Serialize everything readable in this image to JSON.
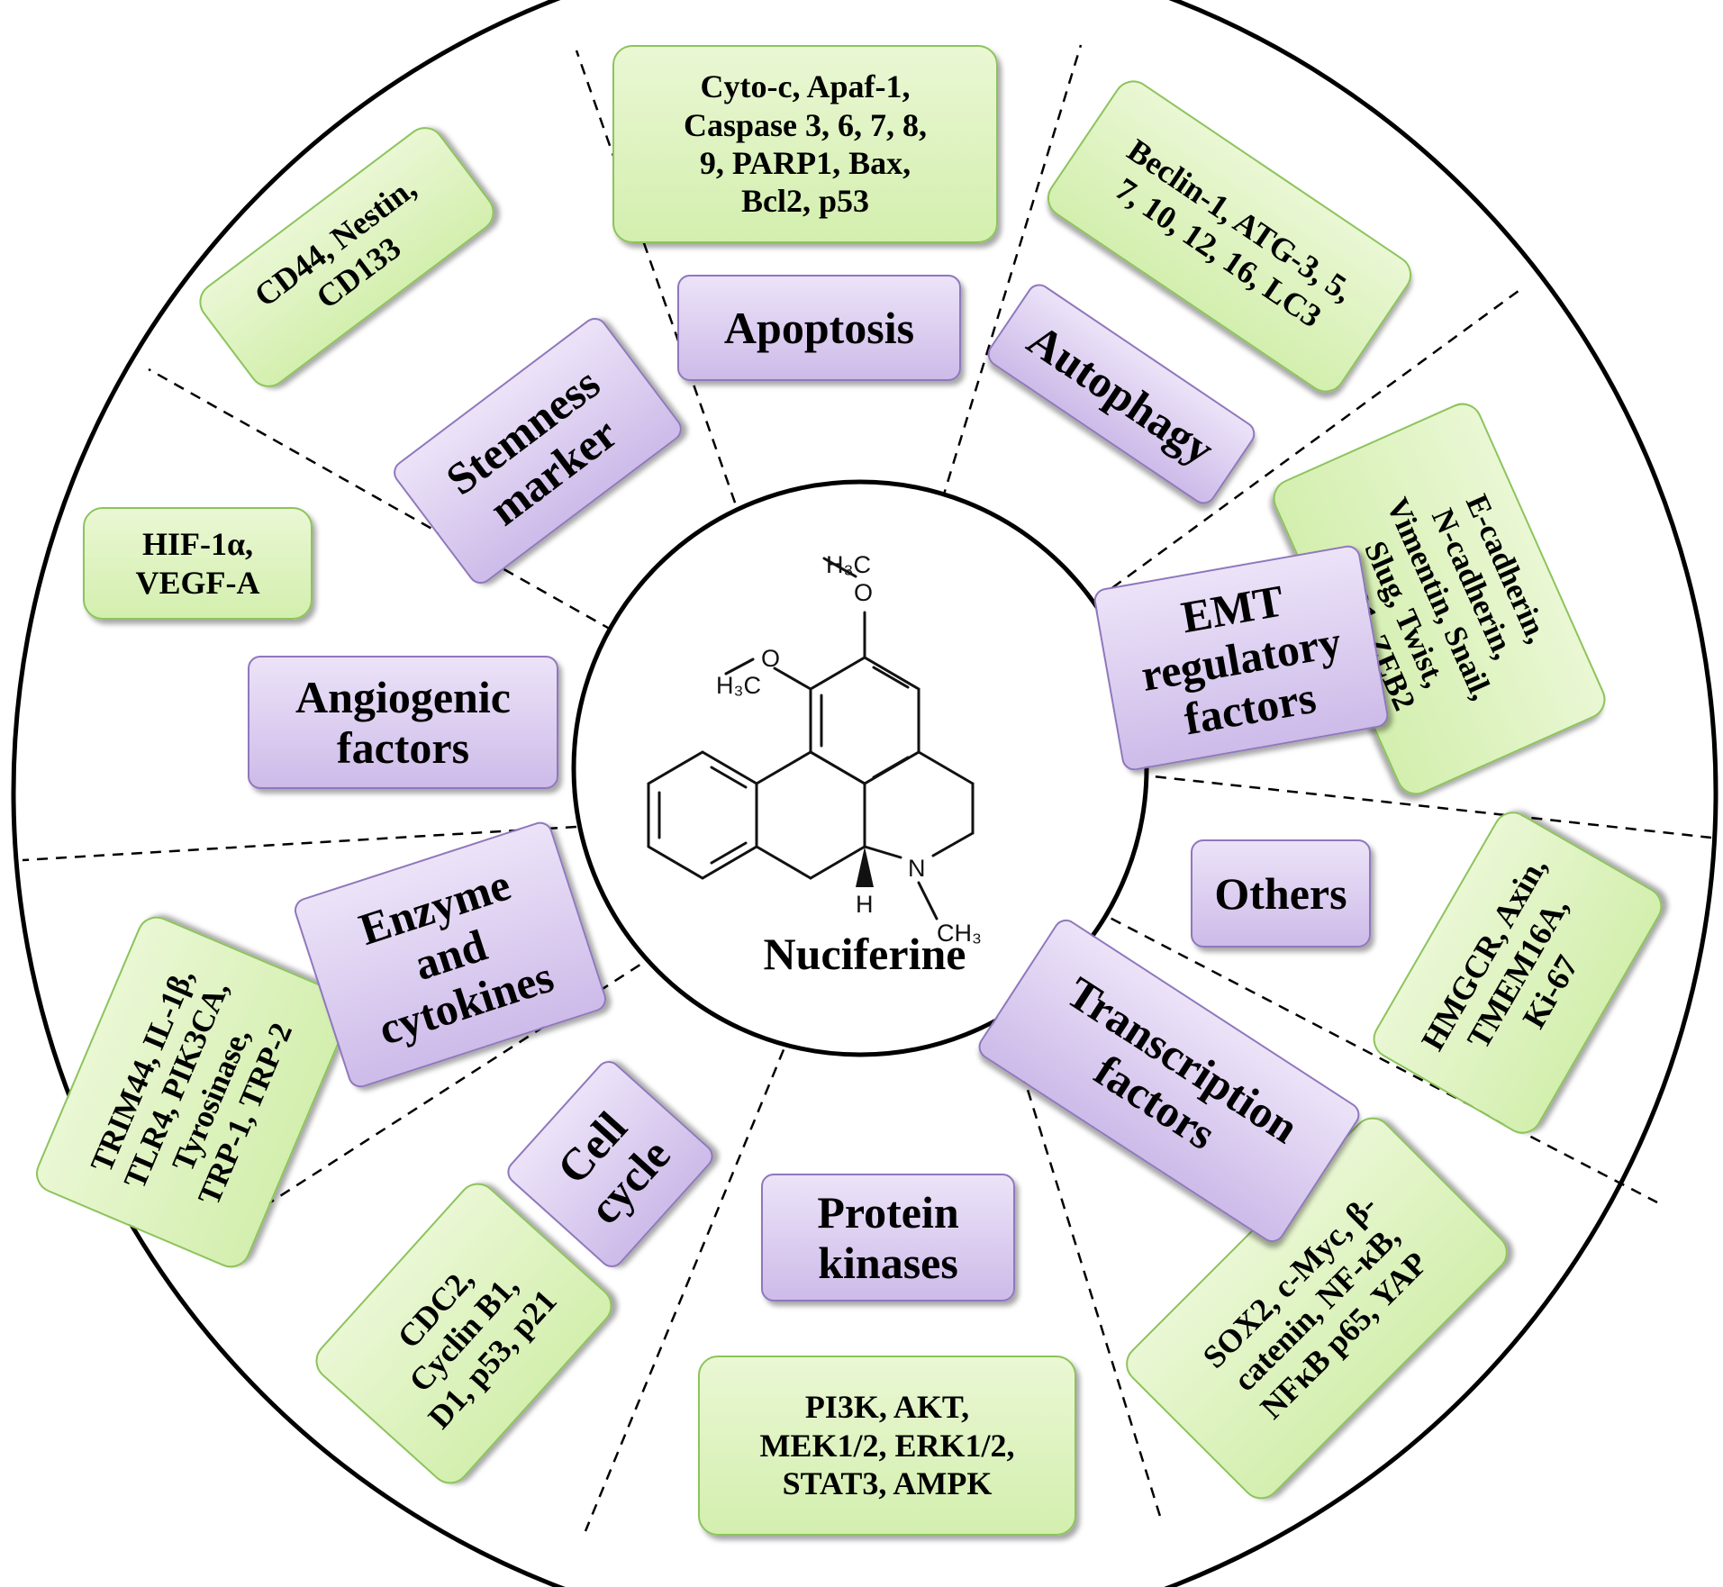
{
  "center": {
    "compound_name": "Nuciferine",
    "structure_labels": {
      "h3c_top": "H₃C",
      "h3c_left": "H₃C",
      "o_top": "O",
      "o_left": "O",
      "n": "N",
      "h": "H",
      "ch3": "CH₃"
    }
  },
  "categories": [
    {
      "key": "apoptosis",
      "label": "Apoptosis",
      "markers": "Cyto-c, Apaf-1,\nCaspase 3, 6, 7, 8,\n9, PARP1, Bax,\nBcl2, p53"
    },
    {
      "key": "autophagy",
      "label": "Autophagy",
      "markers": "Beclin-1, ATG-3, 5,\n7, 10, 12, 16, LC3"
    },
    {
      "key": "emt",
      "label": "EMT\nregulatory\nfactors",
      "markers": "E-cadherin,\nN-cadherin,\nVimentin, Snail,\nSlug, Twist,\nZEB1, ZEB2"
    },
    {
      "key": "others",
      "label": "Others",
      "markers": "HMGCR, Axin,\nTMEM16A,\nKi-67"
    },
    {
      "key": "transcription",
      "label": "Transcription\nfactors",
      "markers": "SOX2, c-Myc, β-\ncatenin, NF-κB,\nNFκB p65, YAP"
    },
    {
      "key": "protein_kinases",
      "label": "Protein\nkinases",
      "markers": "PI3K, AKT,\nMEK1/2, ERK1/2,\nSTAT3, AMPK"
    },
    {
      "key": "cell_cycle",
      "label": "Cell\ncycle",
      "markers": "CDC2,\nCyclin B1,\nD1, p53, p21"
    },
    {
      "key": "enzyme_cytokines",
      "label": "Enzyme\nand\ncytokines",
      "markers": "TRIM44, IL-1β,\nTLR4, PIK3CA,\nTyrosinase,\nTRP-1, TRP-2"
    },
    {
      "key": "angiogenic",
      "label": "Angiogenic\nfactors",
      "markers": "HIF-1α,\nVEGF-A"
    },
    {
      "key": "stemness",
      "label": "Stemness\nmarker",
      "markers": "CD44, Nestin,\nCD133"
    }
  ]
}
